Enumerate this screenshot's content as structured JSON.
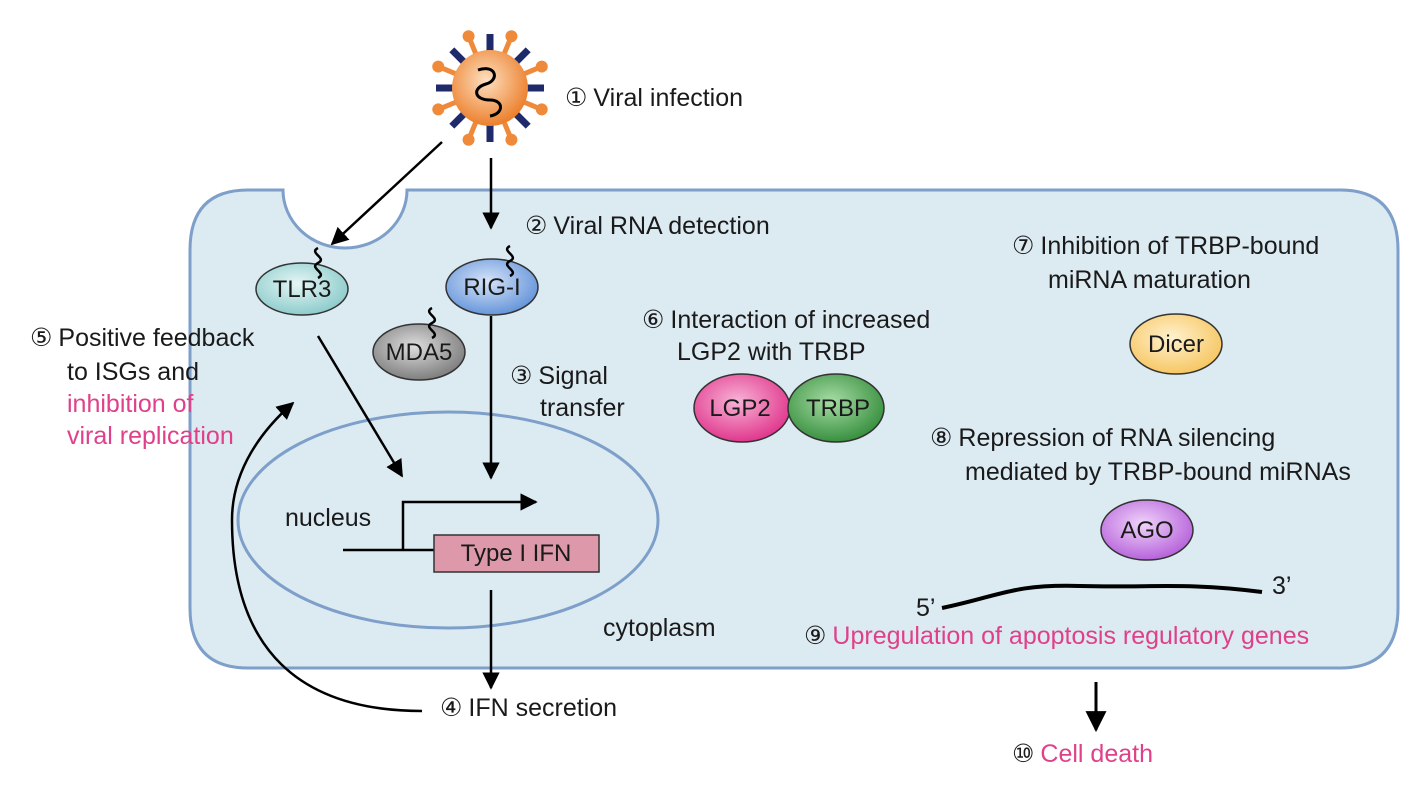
{
  "steps": {
    "s1": {
      "num": "①",
      "text": "Viral infection"
    },
    "s2": {
      "num": "②",
      "text": "Viral RNA detection"
    },
    "s3": {
      "num": "③",
      "line1": "Signal",
      "line2": "transfer"
    },
    "s4": {
      "num": "④",
      "text": "IFN secretion"
    },
    "s5": {
      "num": "⑤",
      "line1": "Positive feedback",
      "line2": "to ISGs and",
      "line3": "inhibition of",
      "line4": "viral replication"
    },
    "s6": {
      "num": "⑥",
      "line1": "Interaction of increased",
      "line2": "LGP2 with TRBP"
    },
    "s7": {
      "num": "⑦",
      "line1": "Inhibition of TRBP-bound",
      "line2": "miRNA maturation"
    },
    "s8": {
      "num": "⑧",
      "line1": "Repression of RNA silencing",
      "line2": "mediated by TRBP-bound miRNAs"
    },
    "s9": {
      "num": "⑨",
      "text": "Upregulation of apoptosis regulatory genes"
    },
    "s10": {
      "num": "⑩",
      "text": "Cell death"
    }
  },
  "molecules": {
    "tlr3": "TLR3",
    "rigi": "RIG-I",
    "mda5": "MDA5",
    "lgp2": "LGP2",
    "trbp": "TRBP",
    "dicer": "Dicer",
    "ago": "AGO",
    "gene": "Type I IFN"
  },
  "regions": {
    "nucleus": "nucleus",
    "cytoplasm": "cytoplasm"
  },
  "mrna": {
    "five": "5’",
    "three": "3’"
  },
  "colors": {
    "cell_fill": "#dceaf2",
    "cell_stroke": "#7d9fc9",
    "highlight_text": "#e0408a",
    "virus_orange": "#ee8a3a",
    "virus_spike": "#1f2a6b",
    "tlr3": "#a6dcdc",
    "rigi": "#7ea6e0",
    "mda5": "#9a9a9a",
    "lgp2": "#e8449a",
    "trbp": "#3f9a45",
    "dicer": "#fbd27a",
    "ago": "#c47ee0",
    "gene_box": "#dd99aa"
  }
}
